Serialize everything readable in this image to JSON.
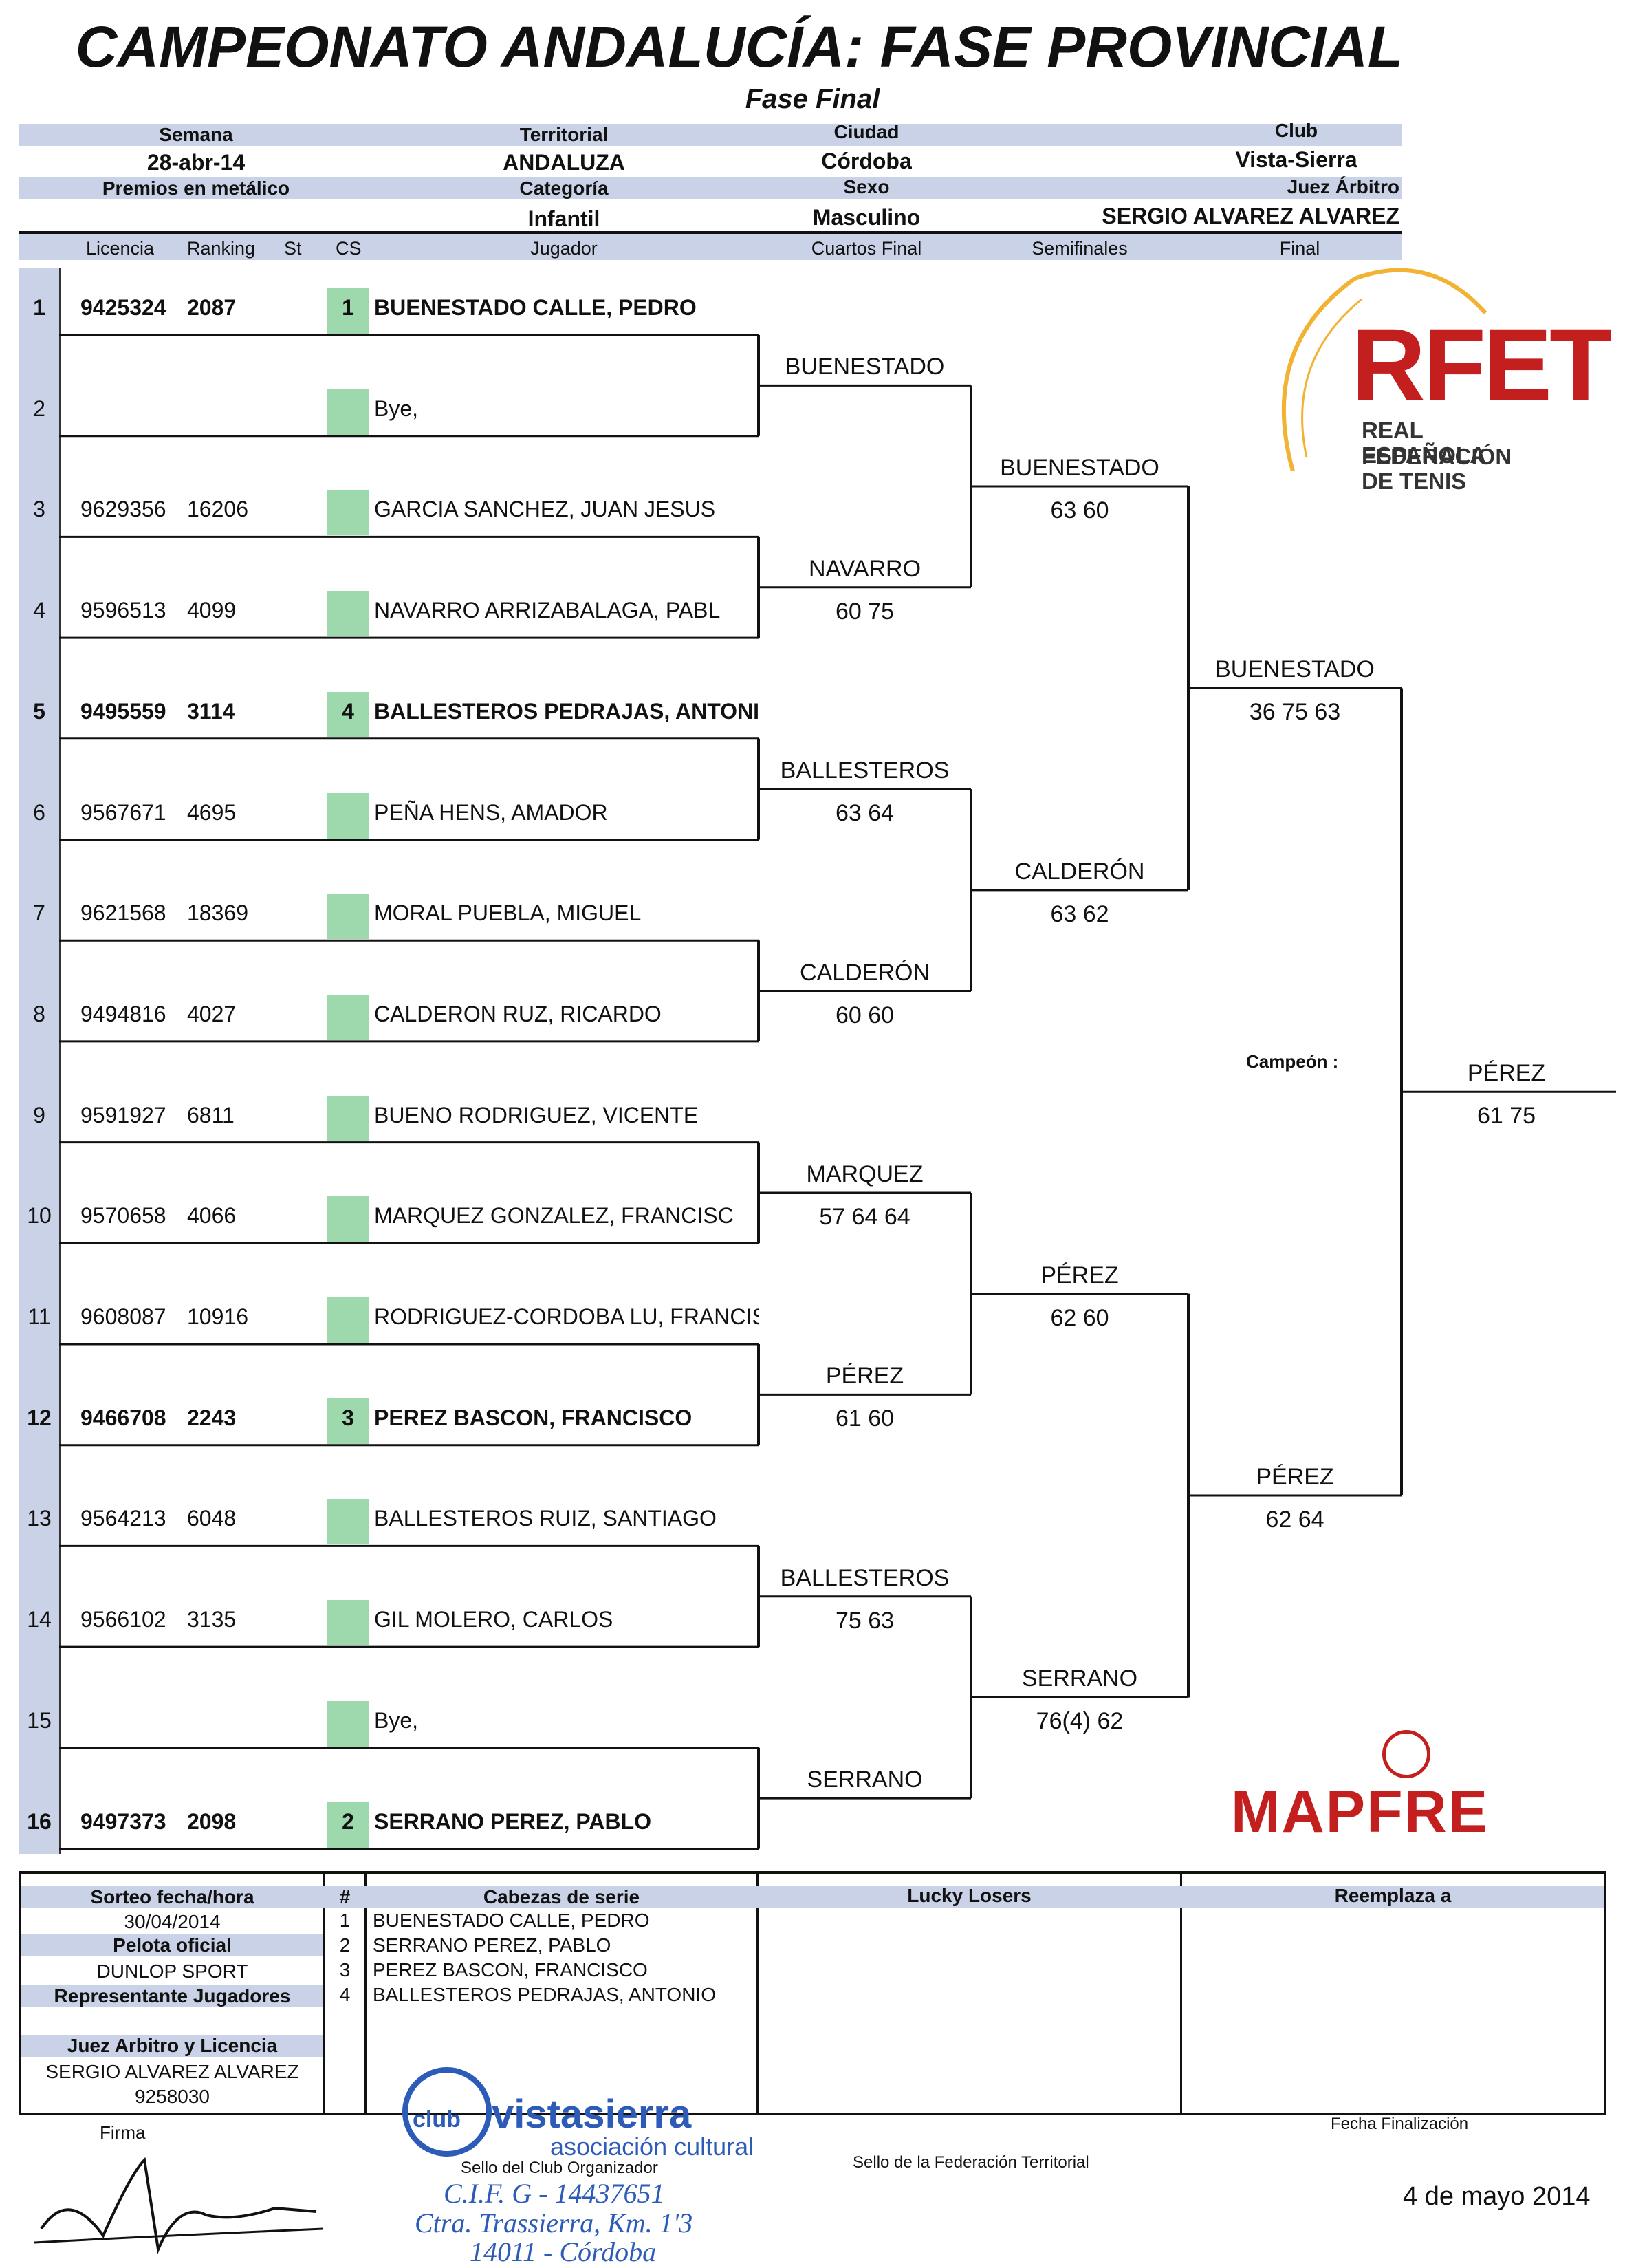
{
  "title": "CAMPEONATO ANDALUCÍA: FASE PROVINCIAL",
  "subtitle": "Fase Final",
  "header": {
    "semana_label": "Semana",
    "semana": "28-abr-14",
    "territorial_label": "Territorial",
    "territorial": "ANDALUZA",
    "ciudad_label": "Ciudad",
    "ciudad": "Córdoba",
    "club_label": "Club",
    "club": "Vista-Sierra",
    "premios_label": "Premios en metálico",
    "categoria_label": "Categoría",
    "categoria": "Infantil",
    "sexo_label": "Sexo",
    "sexo": "Masculino",
    "juez_label": "Juez Árbitro",
    "juez": "SERGIO ALVAREZ ALVAREZ"
  },
  "columns": {
    "licencia": "Licencia",
    "ranking": "Ranking",
    "st": "St",
    "cs": "CS",
    "jugador": "Jugador",
    "cuartos": "Cuartos Final",
    "semis": "Semifinales",
    "final": "Final"
  },
  "players": [
    {
      "n": "1",
      "lic": "9425324",
      "rank": "2087",
      "cs": "1",
      "name": "BUENESTADO CALLE, PEDRO",
      "bold": true
    },
    {
      "n": "2",
      "lic": "",
      "rank": "",
      "cs": "",
      "name": "Bye,",
      "bold": false
    },
    {
      "n": "3",
      "lic": "9629356",
      "rank": "16206",
      "cs": "",
      "name": "GARCIA SANCHEZ, JUAN JESUS",
      "bold": false
    },
    {
      "n": "4",
      "lic": "9596513",
      "rank": "4099",
      "cs": "",
      "name": "NAVARRO ARRIZABALAGA, PABL",
      "bold": false
    },
    {
      "n": "5",
      "lic": "9495559",
      "rank": "3114",
      "cs": "4",
      "name": "BALLESTEROS PEDRAJAS, ANTONIO",
      "bold": true
    },
    {
      "n": "6",
      "lic": "9567671",
      "rank": "4695",
      "cs": "",
      "name": "PEÑA HENS, AMADOR",
      "bold": false
    },
    {
      "n": "7",
      "lic": "9621568",
      "rank": "18369",
      "cs": "",
      "name": "MORAL PUEBLA, MIGUEL",
      "bold": false
    },
    {
      "n": "8",
      "lic": "9494816",
      "rank": "4027",
      "cs": "",
      "name": "CALDERON RUZ, RICARDO",
      "bold": false
    },
    {
      "n": "9",
      "lic": "9591927",
      "rank": "6811",
      "cs": "",
      "name": "BUENO RODRIGUEZ, VICENTE",
      "bold": false
    },
    {
      "n": "10",
      "lic": "9570658",
      "rank": "4066",
      "cs": "",
      "name": "MARQUEZ GONZALEZ, FRANCISC",
      "bold": false
    },
    {
      "n": "11",
      "lic": "9608087",
      "rank": "10916",
      "cs": "",
      "name": "RODRIGUEZ-CORDOBA LU, FRANCISCO",
      "bold": false
    },
    {
      "n": "12",
      "lic": "9466708",
      "rank": "2243",
      "cs": "3",
      "name": "PEREZ BASCON, FRANCISCO",
      "bold": true
    },
    {
      "n": "13",
      "lic": "9564213",
      "rank": "6048",
      "cs": "",
      "name": "BALLESTEROS RUIZ, SANTIAGO",
      "bold": false
    },
    {
      "n": "14",
      "lic": "9566102",
      "rank": "3135",
      "cs": "",
      "name": "GIL MOLERO, CARLOS",
      "bold": false
    },
    {
      "n": "15",
      "lic": "",
      "rank": "",
      "cs": "",
      "name": "Bye,",
      "bold": false
    },
    {
      "n": "16",
      "lic": "9497373",
      "rank": "2098",
      "cs": "2",
      "name": "SERRANO PEREZ, PABLO",
      "bold": true
    }
  ],
  "r1": [
    {
      "name": "BUENESTADO",
      "score": ""
    },
    {
      "name": "NAVARRO",
      "score": "60 75"
    },
    {
      "name": "BALLESTEROS",
      "score": "63 64"
    },
    {
      "name": "CALDERÓN",
      "score": "60 60"
    },
    {
      "name": "MARQUEZ",
      "score": "57 64 64"
    },
    {
      "name": "PÉREZ",
      "score": "61 60"
    },
    {
      "name": "BALLESTEROS",
      "score": "75 63"
    },
    {
      "name": "SERRANO",
      "score": ""
    }
  ],
  "r2": [
    {
      "name": "BUENESTADO",
      "score": "63 60"
    },
    {
      "name": "CALDERÓN",
      "score": "63 62"
    },
    {
      "name": "PÉREZ",
      "score": "62 60"
    },
    {
      "name": "SERRANO",
      "score": "76(4) 62"
    }
  ],
  "r3": [
    {
      "name": "BUENESTADO",
      "score": "36 75 63"
    },
    {
      "name": "PÉREZ",
      "score": "62 64"
    }
  ],
  "campeon_label": "Campeón :",
  "champion": {
    "name": "PÉREZ",
    "score": "61 75"
  },
  "logos": {
    "rfet": "RFET",
    "rfet_line1": "REAL FEDERACIÓN",
    "rfet_line2": "ESPAÑOLA DE TENIS",
    "mapfre": "MAPFRE",
    "stamp_club": "club",
    "stamp_name": "vistasierra",
    "stamp_sub": "asociación cultural",
    "stamp_cif": "C.I.F. G - 14437651",
    "stamp_addr": "Ctra. Trassierra, Km. 1'3",
    "stamp_city": "14011 - Córdoba",
    "rfet_color": "#c41f1f",
    "mapfre_color": "#c41f1f"
  },
  "footer": {
    "sorteo_label": "Sorteo fecha/hora",
    "sorteo": "30/04/2014",
    "pelota_label": "Pelota oficial",
    "pelota": "DUNLOP SPORT",
    "repr_label": "Representante Jugadores",
    "repr": "",
    "juez_lic_label": "Juez Arbitro y Licencia",
    "juez_name": "SERGIO ALVAREZ ALVAREZ",
    "juez_lic": "9258030",
    "hash": "#",
    "cabezas_label": "Cabezas  de serie",
    "seeds": [
      {
        "n": "1",
        "name": "BUENESTADO CALLE, PEDRO"
      },
      {
        "n": "2",
        "name": "SERRANO PEREZ, PABLO"
      },
      {
        "n": "3",
        "name": "PEREZ BASCON, FRANCISCO"
      },
      {
        "n": "4",
        "name": "BALLESTEROS PEDRAJAS, ANTONIO"
      }
    ],
    "lucky_label": "Lucky Losers",
    "reemplaza_label": "Reemplaza a",
    "firma_label": "Firma",
    "sello_club_label": "Sello del Club Organizador",
    "sello_fed_label": "Sello de la Federación Territorial",
    "fecha_fin_label": "Fecha Finalización",
    "fecha_fin": "4 de mayo 2014",
    "signature": "RGA 08"
  }
}
